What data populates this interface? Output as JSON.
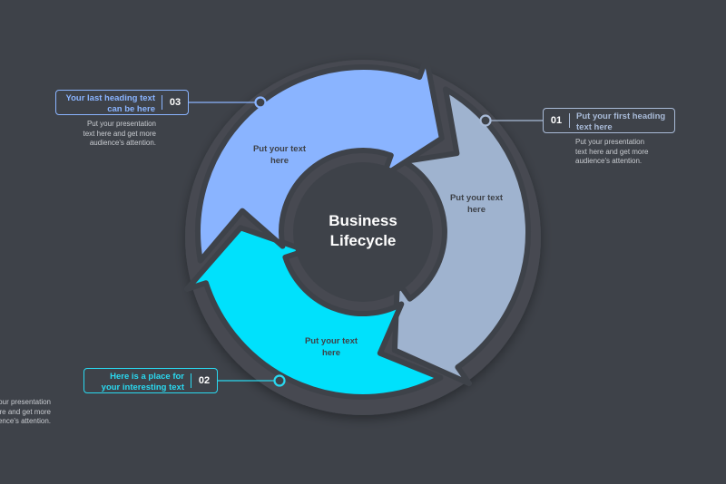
{
  "center": {
    "title_line1": "Business",
    "title_line2": "Lifecycle"
  },
  "segments": [
    {
      "label_line1": "Put your text",
      "label_line2": "here",
      "color": "#9fb3cf"
    },
    {
      "label_line1": "Put your text",
      "label_line2": "here",
      "color": "#00e1fc"
    },
    {
      "label_line1": "Put your text",
      "label_line2": "here",
      "color": "#8ab4ff"
    }
  ],
  "callouts": [
    {
      "number": "01",
      "heading": "Put your first heading\ntext here",
      "description": "Put your presentation\ntext here and get more\naudience's attention.",
      "color": "#a9bbd8"
    },
    {
      "number": "02",
      "heading": "Here is a place for\nyour interesting text",
      "description": "Put your presentation\ntext here and get more\naudience's attention.",
      "color": "#2ad9f0"
    },
    {
      "number": "03",
      "heading": "Your last heading text\ncan be here",
      "description": "Put your presentation\ntext here and get more\naudience's attention.",
      "color": "#8ab4ff"
    }
  ],
  "colors": {
    "background": "#3e4249",
    "disc": "#464a51",
    "hub": "#3e4249"
  }
}
